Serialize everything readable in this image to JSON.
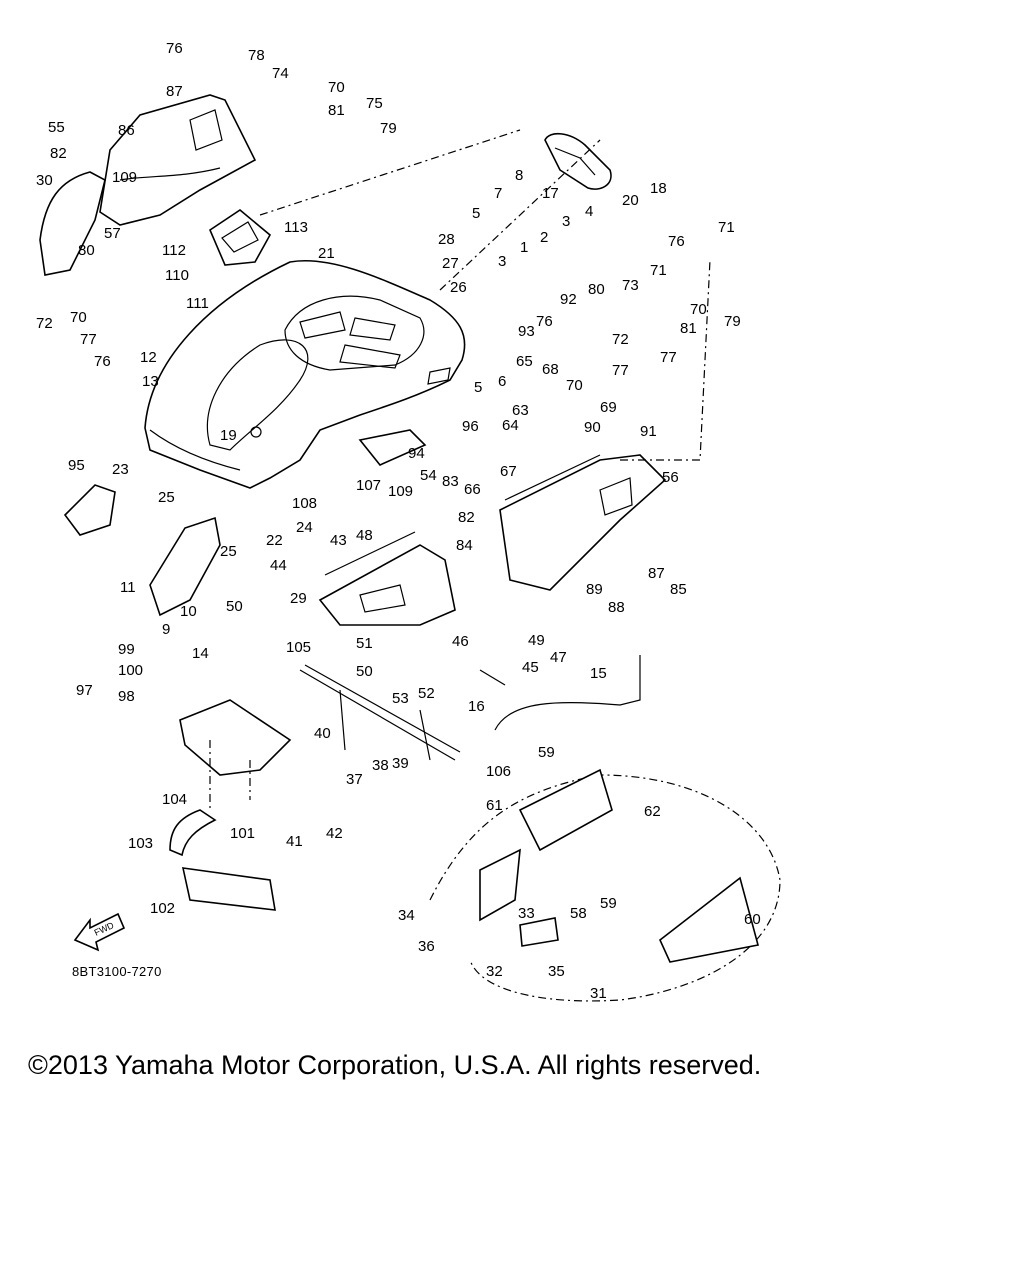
{
  "diagram": {
    "drawing_code": "8BT3100-7270",
    "fwd_arrow_label": "FWD",
    "copyright": "©2013 Yamaha Motor Corporation, U.S.A. All rights reserved."
  },
  "callouts": [
    {
      "id": "c76a",
      "text": "76"
    },
    {
      "id": "c78",
      "text": "78"
    },
    {
      "id": "c74",
      "text": "74"
    },
    {
      "id": "c70a",
      "text": "70"
    },
    {
      "id": "c81a",
      "text": "81"
    },
    {
      "id": "c75",
      "text": "75"
    },
    {
      "id": "c79a",
      "text": "79"
    },
    {
      "id": "c87a",
      "text": "87"
    },
    {
      "id": "c86",
      "text": "86"
    },
    {
      "id": "c55",
      "text": "55"
    },
    {
      "id": "c82a",
      "text": "82"
    },
    {
      "id": "c30",
      "text": "30"
    },
    {
      "id": "c109a",
      "text": "109"
    },
    {
      "id": "c57",
      "text": "57"
    },
    {
      "id": "c80a",
      "text": "80"
    },
    {
      "id": "c72a",
      "text": "72"
    },
    {
      "id": "c70b",
      "text": "70"
    },
    {
      "id": "c77a",
      "text": "77"
    },
    {
      "id": "c76b",
      "text": "76"
    },
    {
      "id": "c112",
      "text": "112"
    },
    {
      "id": "c110",
      "text": "110"
    },
    {
      "id": "c111",
      "text": "111"
    },
    {
      "id": "c113",
      "text": "113"
    },
    {
      "id": "c21",
      "text": "21"
    },
    {
      "id": "c28",
      "text": "28"
    },
    {
      "id": "c27",
      "text": "27"
    },
    {
      "id": "c26",
      "text": "26"
    },
    {
      "id": "c8",
      "text": "8"
    },
    {
      "id": "c7",
      "text": "7"
    },
    {
      "id": "c5a",
      "text": "5"
    },
    {
      "id": "c17",
      "text": "17"
    },
    {
      "id": "c20",
      "text": "20"
    },
    {
      "id": "c18",
      "text": "18"
    },
    {
      "id": "c3a",
      "text": "3"
    },
    {
      "id": "c4",
      "text": "4"
    },
    {
      "id": "c2",
      "text": "2"
    },
    {
      "id": "c1",
      "text": "1"
    },
    {
      "id": "c3b",
      "text": "3"
    },
    {
      "id": "c92",
      "text": "92"
    },
    {
      "id": "c80b",
      "text": "80"
    },
    {
      "id": "c93",
      "text": "93"
    },
    {
      "id": "c76c",
      "text": "76"
    },
    {
      "id": "c72b",
      "text": "72"
    },
    {
      "id": "c76d",
      "text": "76"
    },
    {
      "id": "c71a",
      "text": "71"
    },
    {
      "id": "c73",
      "text": "73"
    },
    {
      "id": "c71b",
      "text": "71"
    },
    {
      "id": "c70c",
      "text": "70"
    },
    {
      "id": "c79b",
      "text": "79"
    },
    {
      "id": "c81b",
      "text": "81"
    },
    {
      "id": "c77b",
      "text": "77"
    },
    {
      "id": "c77c",
      "text": "77"
    },
    {
      "id": "c12",
      "text": "12"
    },
    {
      "id": "c13",
      "text": "13"
    },
    {
      "id": "c5b",
      "text": "5"
    },
    {
      "id": "c6",
      "text": "6"
    },
    {
      "id": "c65",
      "text": "65"
    },
    {
      "id": "c68",
      "text": "68"
    },
    {
      "id": "c70d",
      "text": "70"
    },
    {
      "id": "c69",
      "text": "69"
    },
    {
      "id": "c63",
      "text": "63"
    },
    {
      "id": "c64",
      "text": "64"
    },
    {
      "id": "c90",
      "text": "90"
    },
    {
      "id": "c91",
      "text": "91"
    },
    {
      "id": "c19",
      "text": "19"
    },
    {
      "id": "c96",
      "text": "96"
    },
    {
      "id": "c94",
      "text": "94"
    },
    {
      "id": "c67",
      "text": "67"
    },
    {
      "id": "c66",
      "text": "66"
    },
    {
      "id": "c56",
      "text": "56"
    },
    {
      "id": "c95",
      "text": "95"
    },
    {
      "id": "c23",
      "text": "23"
    },
    {
      "id": "c54",
      "text": "54"
    },
    {
      "id": "c83",
      "text": "83"
    },
    {
      "id": "c107",
      "text": "107"
    },
    {
      "id": "c109b",
      "text": "109"
    },
    {
      "id": "c108",
      "text": "108"
    },
    {
      "id": "c25a",
      "text": "25"
    },
    {
      "id": "c82b",
      "text": "82"
    },
    {
      "id": "c24",
      "text": "24"
    },
    {
      "id": "c22",
      "text": "22"
    },
    {
      "id": "c25b",
      "text": "25"
    },
    {
      "id": "c48",
      "text": "48"
    },
    {
      "id": "c84",
      "text": "84"
    },
    {
      "id": "c43",
      "text": "43"
    },
    {
      "id": "c87b",
      "text": "87"
    },
    {
      "id": "c44",
      "text": "44"
    },
    {
      "id": "c85",
      "text": "85"
    },
    {
      "id": "c89",
      "text": "89"
    },
    {
      "id": "c88",
      "text": "88"
    },
    {
      "id": "c11",
      "text": "11"
    },
    {
      "id": "c10",
      "text": "10"
    },
    {
      "id": "c29",
      "text": "29"
    },
    {
      "id": "c50a",
      "text": "50"
    },
    {
      "id": "c9",
      "text": "9"
    },
    {
      "id": "c49",
      "text": "49"
    },
    {
      "id": "c47",
      "text": "47"
    },
    {
      "id": "c46",
      "text": "46"
    },
    {
      "id": "c45",
      "text": "45"
    },
    {
      "id": "c14",
      "text": "14"
    },
    {
      "id": "c51",
      "text": "51"
    },
    {
      "id": "c105",
      "text": "105"
    },
    {
      "id": "c15",
      "text": "15"
    },
    {
      "id": "c99",
      "text": "99"
    },
    {
      "id": "c100",
      "text": "100"
    },
    {
      "id": "c97",
      "text": "97"
    },
    {
      "id": "c98",
      "text": "98"
    },
    {
      "id": "c50b",
      "text": "50"
    },
    {
      "id": "c52",
      "text": "52"
    },
    {
      "id": "c53",
      "text": "53"
    },
    {
      "id": "c16",
      "text": "16"
    },
    {
      "id": "c40",
      "text": "40"
    },
    {
      "id": "c39",
      "text": "39"
    },
    {
      "id": "c106",
      "text": "106"
    },
    {
      "id": "c59a",
      "text": "59"
    },
    {
      "id": "c38",
      "text": "38"
    },
    {
      "id": "c37",
      "text": "37"
    },
    {
      "id": "c104",
      "text": "104"
    },
    {
      "id": "c101",
      "text": "101"
    },
    {
      "id": "c41",
      "text": "41"
    },
    {
      "id": "c42",
      "text": "42"
    },
    {
      "id": "c61",
      "text": "61"
    },
    {
      "id": "c62",
      "text": "62"
    },
    {
      "id": "c103",
      "text": "103"
    },
    {
      "id": "c102",
      "text": "102"
    },
    {
      "id": "c34",
      "text": "34"
    },
    {
      "id": "c33",
      "text": "33"
    },
    {
      "id": "c58",
      "text": "58"
    },
    {
      "id": "c59b",
      "text": "59"
    },
    {
      "id": "c60",
      "text": "60"
    },
    {
      "id": "c36",
      "text": "36"
    },
    {
      "id": "c32",
      "text": "32"
    },
    {
      "id": "c35",
      "text": "35"
    },
    {
      "id": "c31",
      "text": "31"
    }
  ]
}
